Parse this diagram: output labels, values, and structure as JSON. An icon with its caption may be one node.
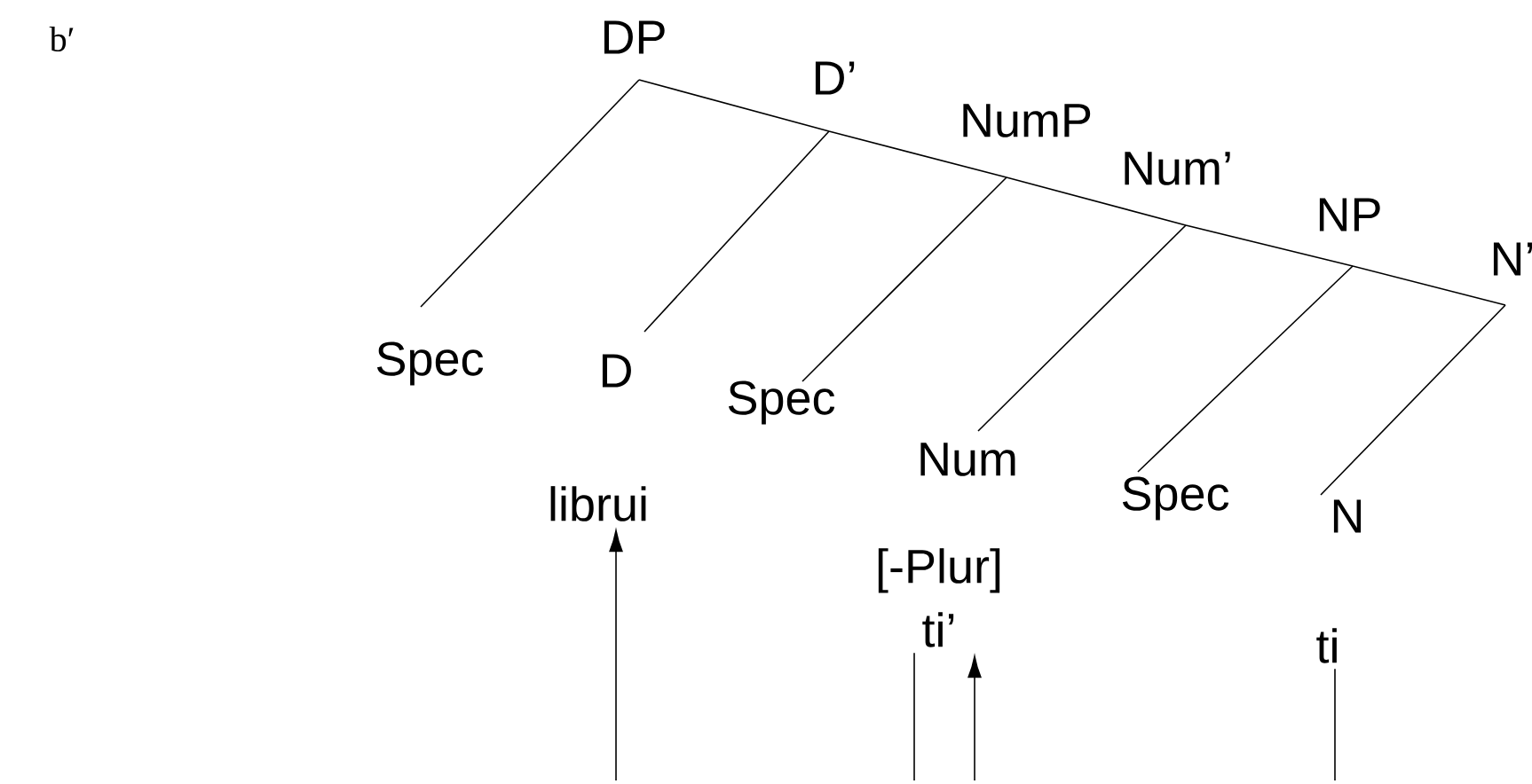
{
  "diagram": {
    "nodes": [
      {
        "text": [
          "DP"
        ]
      },
      {
        "text": [
          "D’"
        ]
      },
      {
        "text": [
          "NumP"
        ]
      },
      {
        "text": [
          "Num’"
        ]
      },
      {
        "text": [
          "NP"
        ]
      },
      {
        "text": [
          "N’"
        ]
      },
      {
        "text": [
          "Spec"
        ]
      },
      {
        "text": [
          "D"
        ]
      },
      {
        "text": [
          "Spec"
        ]
      },
      {
        "text": [
          "Num"
        ]
      },
      {
        "text": [
          "Spec"
        ]
      },
      {
        "text": [
          "N"
        ]
      },
      {
        "text": [
          "librui"
        ]
      },
      {
        "text": [
          "[-Plur]",
          "ti’"
        ]
      },
      {
        "text": [
          "ti"
        ]
      }
    ],
    "edges": [
      {
        "from": 0,
        "to": 1,
        "arrow": "none"
      },
      {
        "from": 1,
        "to": 2,
        "arrow": "none"
      },
      {
        "from": 2,
        "to": 3,
        "arrow": "none"
      },
      {
        "from": 3,
        "to": 4,
        "arrow": "none"
      },
      {
        "from": 4,
        "to": 5,
        "arrow": "none"
      },
      {
        "from": 0,
        "to": 6,
        "arrow": "none"
      },
      {
        "from": 1,
        "to": 7,
        "arrow": "none"
      },
      {
        "from": 2,
        "to": 8,
        "arrow": "none"
      },
      {
        "from": 3,
        "to": 9,
        "arrow": "none"
      },
      {
        "from": 4,
        "to": 10,
        "arrow": "none"
      },
      {
        "from": 5,
        "to": 11,
        "arrow": "none"
      },
      {
        "from": null,
        "to": 12,
        "arrow": "to"
      },
      {
        "from": 13,
        "to": null,
        "arrow": "none"
      },
      {
        "from": null,
        "to": 13,
        "arrow": "to"
      },
      {
        "from": 14,
        "to": null,
        "arrow": "none"
      }
    ],
    "labels": [
      "b′"
    ]
  }
}
